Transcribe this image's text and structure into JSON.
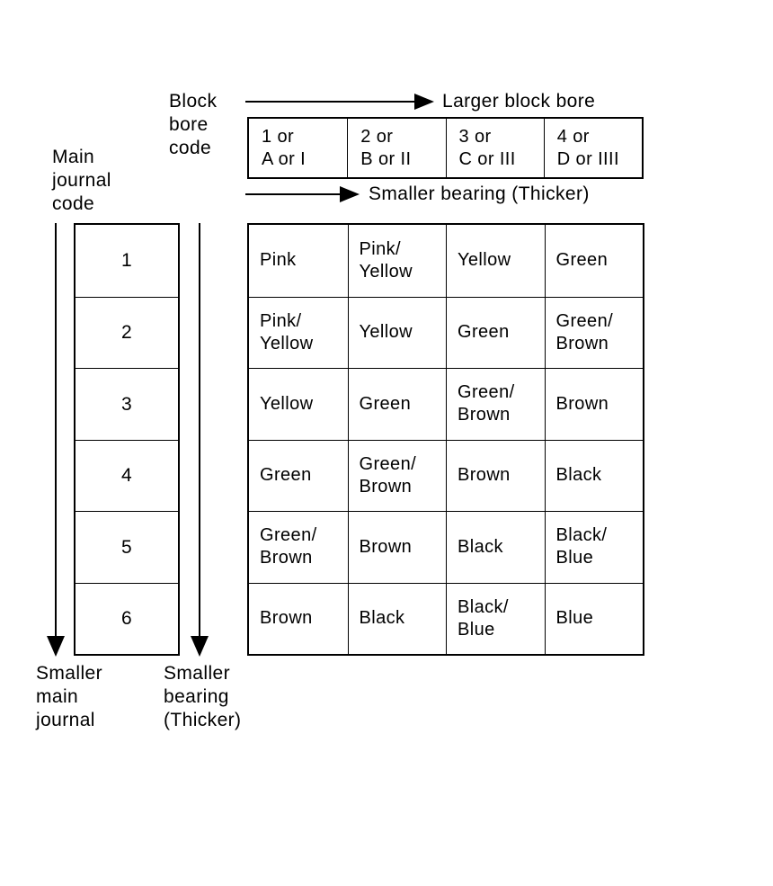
{
  "page": {
    "background_color": "#ffffff",
    "ink_color": "#000000"
  },
  "annotations": {
    "block_bore_code": "Block\nbore\ncode",
    "main_journal_code": "Main\njournal\ncode",
    "larger_block_bore": "Larger block bore",
    "smaller_bearing_top": "Smaller bearing (Thicker)",
    "smaller_main_journal": "Smaller\nmain\njournal",
    "smaller_bearing_bottom": "Smaller\nbearing\n(Thicker)"
  },
  "block_bore_headers": [
    "1 or\nA or I",
    "2 or\nB or II",
    "3 or\nC or III",
    "4 or\nD or IIII"
  ],
  "main_journal_codes": [
    "1",
    "2",
    "3",
    "4",
    "5",
    "6"
  ],
  "bearing_color_matrix": [
    [
      "Pink",
      "Pink/\nYellow",
      "Yellow",
      "Green"
    ],
    [
      "Pink/\nYellow",
      "Yellow",
      "Green",
      "Green/\nBrown"
    ],
    [
      "Yellow",
      "Green",
      "Green/\nBrown",
      "Brown"
    ],
    [
      "Green",
      "Green/\nBrown",
      "Brown",
      "Black"
    ],
    [
      "Green/\nBrown",
      "Brown",
      "Black",
      "Black/\nBlue"
    ],
    [
      "Brown",
      "Black",
      "Black/\nBlue",
      "Blue"
    ]
  ]
}
